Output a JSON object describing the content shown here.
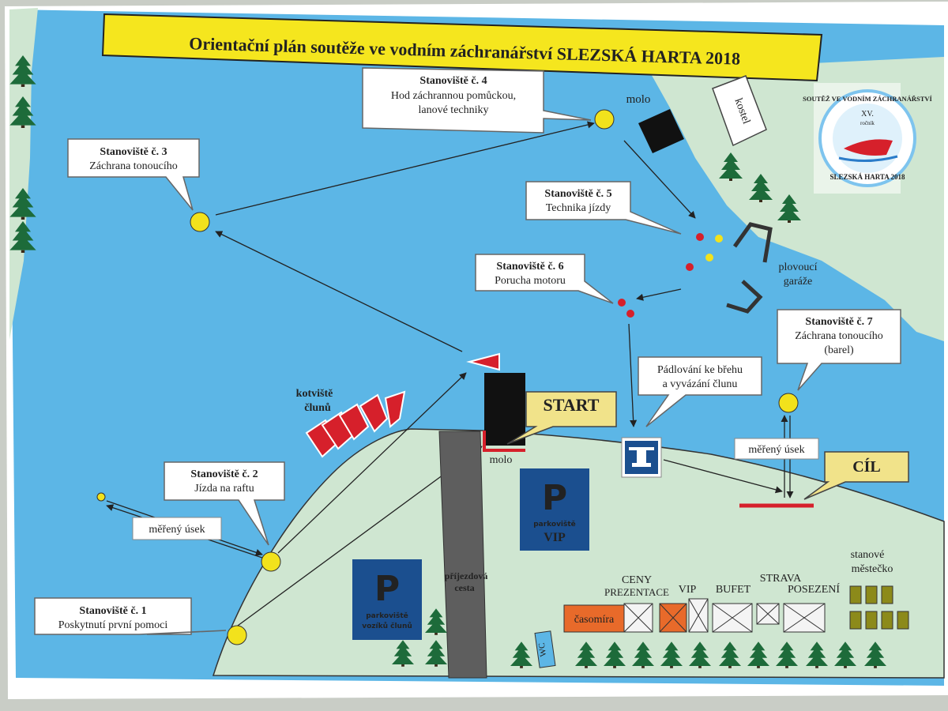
{
  "title": "Orientační plán soutěže ve vodním záchranářství SLEZSKÁ HARTA 2018",
  "stations": [
    {
      "label": "Stanoviště č. 1",
      "desc": [
        "Poskytnutí první pomoci"
      ]
    },
    {
      "label": "Stanoviště č. 2",
      "desc": [
        "Jízda na raftu"
      ]
    },
    {
      "label": "Stanoviště č. 3",
      "desc": [
        "Záchrana tonoucího"
      ]
    },
    {
      "label": "Stanoviště č. 4",
      "desc": [
        "Hod záchrannou pomůckou,",
        "lanové techniky"
      ]
    },
    {
      "label": "Stanoviště č. 5",
      "desc": [
        "Technika jízdy"
      ]
    },
    {
      "label": "Stanoviště č. 6",
      "desc": [
        "Porucha motoru"
      ]
    },
    {
      "label": "Stanoviště č. 7",
      "desc": [
        "Záchrana tonoucího",
        "(barel)"
      ]
    }
  ],
  "labels": {
    "molo_top": "molo",
    "molo_start": "molo",
    "kostel": "kostel",
    "plovouci_1": "plovoucí",
    "plovouci_2": "garáže",
    "kotviste_1": "kotviště",
    "kotviste_2": "člunů",
    "start": "START",
    "cil": "CÍL",
    "meren_1": "měřený úsek",
    "meren_2": "měřený úsek",
    "padlovani_1": "Pádlování ke břehu",
    "padlovani_2": "a vyvázání člunu",
    "prijezd_1": "příjezdová",
    "prijezd_2": "cesta",
    "wc": "WC",
    "casomira": "časomíra",
    "ceny_1": "CENY",
    "ceny_2": "PREZENTACE",
    "vip": "VIP",
    "bufet": "BUFET",
    "strava": "STRAVA",
    "posezeni": "POSEZENÍ",
    "stanove_1": "stanové",
    "stanove_2": "městečko"
  },
  "parking": {
    "vip": {
      "letter": "P",
      "line1": "parkoviště",
      "line2": "VIP"
    },
    "boats": {
      "letter": "P",
      "line1": "parkoviště",
      "line2": "vozíků člunů"
    }
  },
  "logo": {
    "text_top": "SOUTĚŽ VE VODNÍM ZÁCHRANÁŘSTVÍ",
    "text_bottom": "SLEZSKÁ HARTA 2018",
    "edition": "XV.",
    "edition_sub": "ročník"
  },
  "colors": {
    "water": "#5cb6e6",
    "land": "#cfe6d1",
    "title_bg": "#f5e61e",
    "buoy": "#f2e21c",
    "red": "#d6202b",
    "parking": "#1b4f8f",
    "tree": "#1d6b3a",
    "orange": "#e86a2a"
  }
}
